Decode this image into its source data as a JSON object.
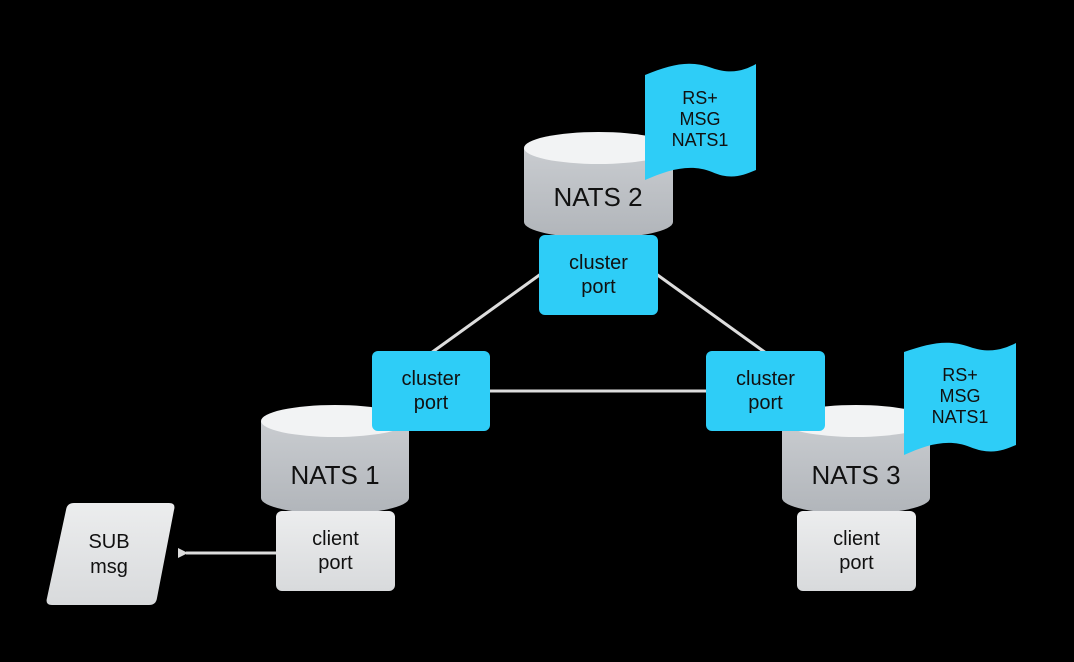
{
  "diagram": {
    "colors": {
      "background": "#000000",
      "accent": "#2ECDF7",
      "cylinder_body": "#BDC1C6",
      "cylinder_top": "#F2F3F4",
      "client_port": "#E2E3E5",
      "line": "#DDDDDD"
    },
    "servers": [
      {
        "id": "nats2",
        "label": "NATS 2"
      },
      {
        "id": "nats1",
        "label": "NATS 1"
      },
      {
        "id": "nats3",
        "label": "NATS 3"
      }
    ],
    "cluster_ports": {
      "top": {
        "line1": "cluster",
        "line2": "port"
      },
      "left": {
        "line1": "cluster",
        "line2": "port"
      },
      "right": {
        "line1": "cluster",
        "line2": "port"
      }
    },
    "client_ports": {
      "nats1": {
        "line1": "client",
        "line2": "port"
      },
      "nats3": {
        "line1": "client",
        "line2": "port"
      }
    },
    "flags": {
      "nats2": {
        "line1": "RS+",
        "line2": "MSG",
        "line3": "NATS1"
      },
      "nats3": {
        "line1": "RS+",
        "line2": "MSG",
        "line3": "NATS1"
      }
    },
    "subscriber": {
      "line1": "SUB",
      "line2": "msg"
    }
  }
}
